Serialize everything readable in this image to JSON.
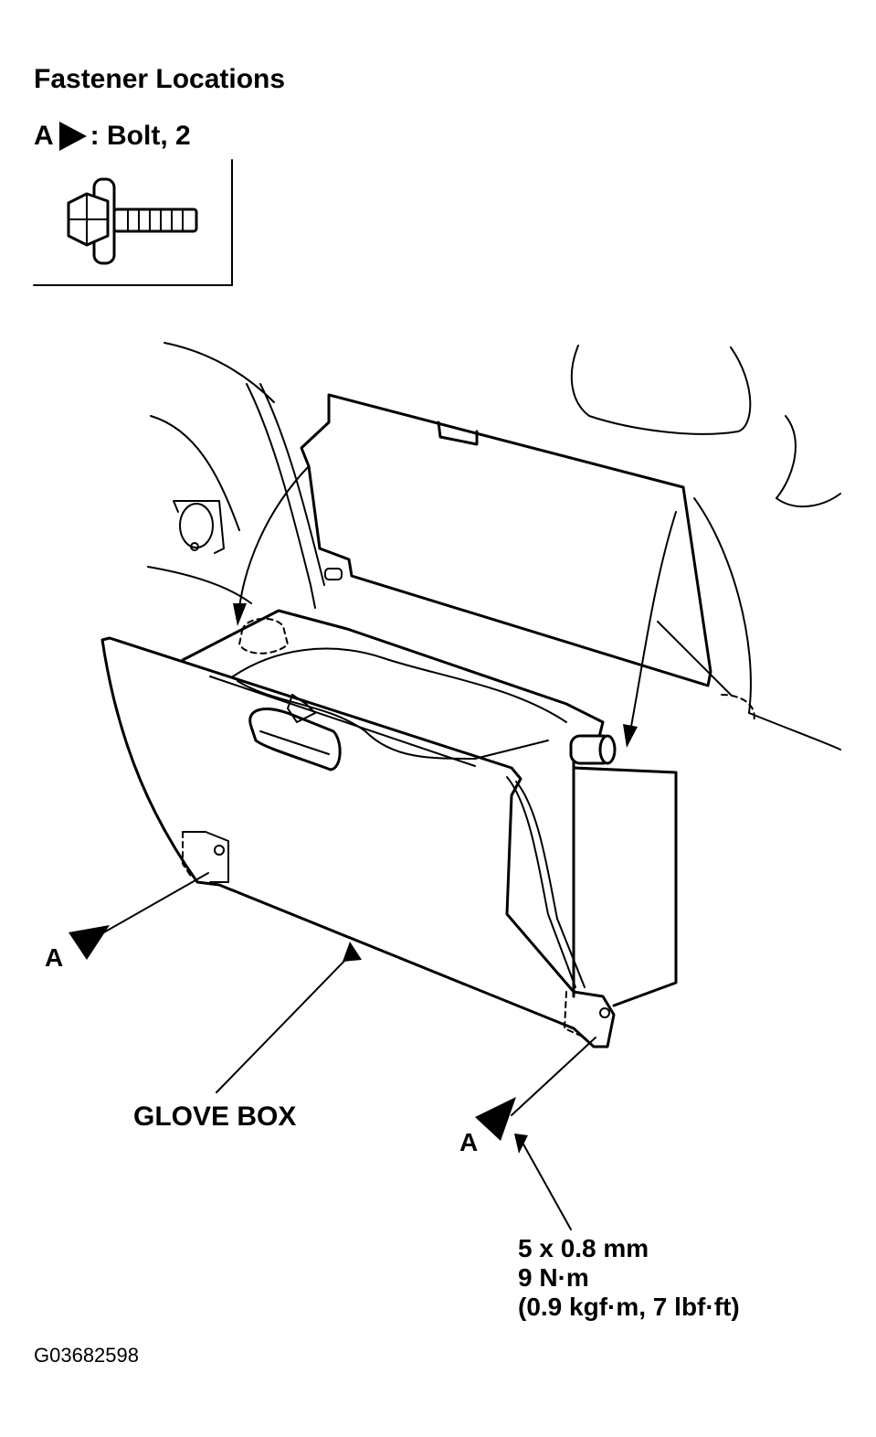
{
  "title": "Fastener Locations",
  "legend": {
    "callout": "A",
    "text": ": Bolt, 2"
  },
  "labels": {
    "glove_box": "GLOVE BOX",
    "callout_a_left": "A",
    "callout_a_right": "A"
  },
  "spec": {
    "size": "5 x 0.8 mm",
    "torque": "9 N·m",
    "alt_torque": "(0.9 kgf·m, 7 lbf·ft)"
  },
  "figure_code": "G03682598"
}
